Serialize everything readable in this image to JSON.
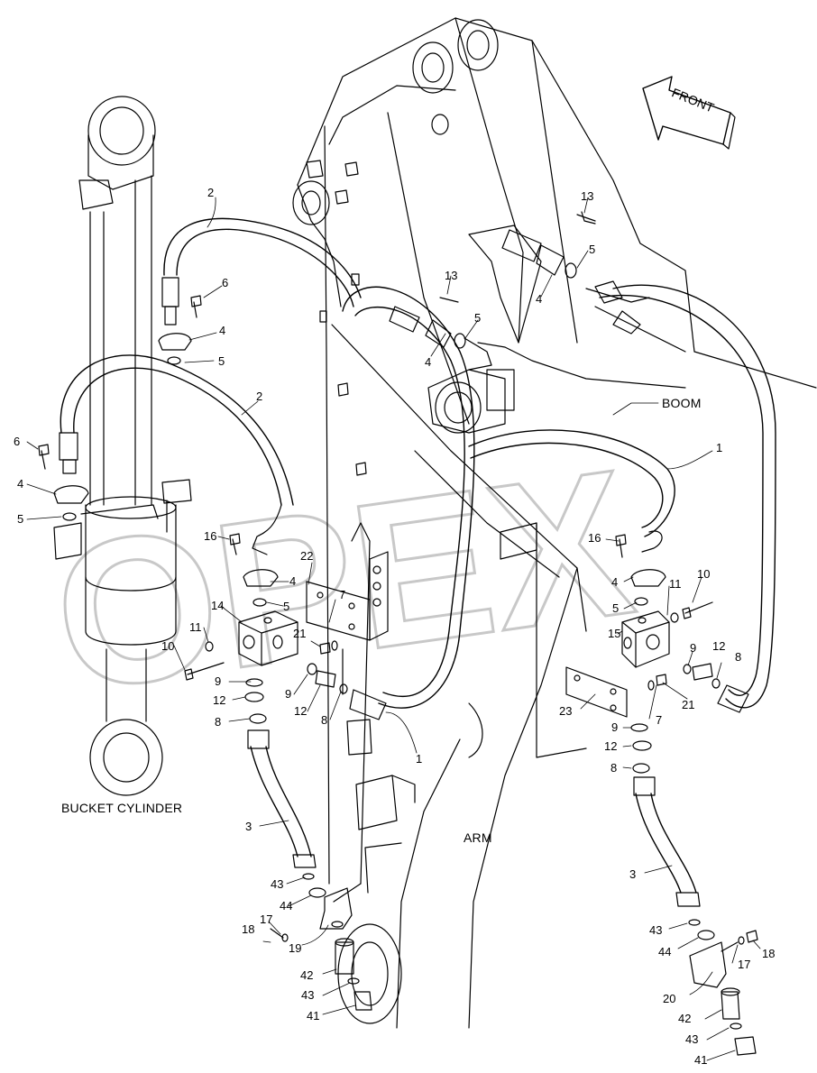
{
  "diagram": {
    "captions": {
      "bucket_cylinder": "BUCKET CYLINDER",
      "boom": "BOOM",
      "arm": "ARM",
      "front": "FRONT"
    },
    "watermark": "OPEX",
    "callouts": [
      {
        "id": "c1",
        "text": "2"
      },
      {
        "id": "c2",
        "text": "6"
      },
      {
        "id": "c3",
        "text": "4"
      },
      {
        "id": "c4",
        "text": "5"
      },
      {
        "id": "c5",
        "text": "2"
      },
      {
        "id": "c6",
        "text": "6"
      },
      {
        "id": "c7",
        "text": "4"
      },
      {
        "id": "c8",
        "text": "5"
      },
      {
        "id": "c9",
        "text": "16"
      },
      {
        "id": "c10",
        "text": "4"
      },
      {
        "id": "c11",
        "text": "5"
      },
      {
        "id": "c12",
        "text": "22"
      },
      {
        "id": "c13",
        "text": "7"
      },
      {
        "id": "c14",
        "text": "14"
      },
      {
        "id": "c15",
        "text": "21"
      },
      {
        "id": "c16",
        "text": "11"
      },
      {
        "id": "c17",
        "text": "10"
      },
      {
        "id": "c18",
        "text": "9"
      },
      {
        "id": "c19",
        "text": "12"
      },
      {
        "id": "c20",
        "text": "8"
      },
      {
        "id": "c21",
        "text": "9"
      },
      {
        "id": "c22",
        "text": "12"
      },
      {
        "id": "c23",
        "text": "8"
      },
      {
        "id": "c24",
        "text": "1"
      },
      {
        "id": "c25",
        "text": "3"
      },
      {
        "id": "c26",
        "text": "43"
      },
      {
        "id": "c27",
        "text": "44"
      },
      {
        "id": "c28",
        "text": "17"
      },
      {
        "id": "c29",
        "text": "18"
      },
      {
        "id": "c30",
        "text": "19"
      },
      {
        "id": "c31",
        "text": "42"
      },
      {
        "id": "c32",
        "text": "43"
      },
      {
        "id": "c33",
        "text": "41"
      },
      {
        "id": "c34",
        "text": "13"
      },
      {
        "id": "c35",
        "text": "4"
      },
      {
        "id": "c36",
        "text": "5"
      },
      {
        "id": "c37",
        "text": "13"
      },
      {
        "id": "c38",
        "text": "5"
      },
      {
        "id": "c39",
        "text": "4"
      },
      {
        "id": "c40",
        "text": "1"
      },
      {
        "id": "c41",
        "text": "16"
      },
      {
        "id": "c42",
        "text": "4"
      },
      {
        "id": "c43",
        "text": "10"
      },
      {
        "id": "c44",
        "text": "11"
      },
      {
        "id": "c45",
        "text": "5"
      },
      {
        "id": "c46",
        "text": "15"
      },
      {
        "id": "c47",
        "text": "9"
      },
      {
        "id": "c48",
        "text": "12"
      },
      {
        "id": "c49",
        "text": "8"
      },
      {
        "id": "c50",
        "text": "23"
      },
      {
        "id": "c51",
        "text": "7"
      },
      {
        "id": "c52",
        "text": "21"
      },
      {
        "id": "c53",
        "text": "9"
      },
      {
        "id": "c54",
        "text": "12"
      },
      {
        "id": "c55",
        "text": "8"
      },
      {
        "id": "c56",
        "text": "3"
      },
      {
        "id": "c57",
        "text": "43"
      },
      {
        "id": "c58",
        "text": "18"
      },
      {
        "id": "c59",
        "text": "44"
      },
      {
        "id": "c60",
        "text": "17"
      },
      {
        "id": "c61",
        "text": "20"
      },
      {
        "id": "c62",
        "text": "42"
      },
      {
        "id": "c63",
        "text": "43"
      },
      {
        "id": "c64",
        "text": "41"
      }
    ]
  }
}
